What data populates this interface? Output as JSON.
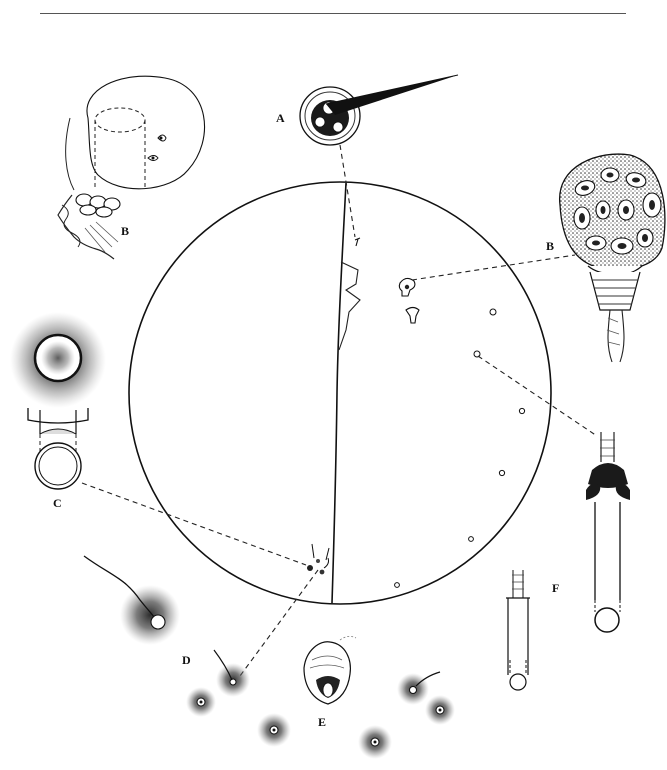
{
  "labels": {
    "a": "A",
    "b_left": "B",
    "b_right": "B",
    "c": "C",
    "d": "D",
    "e": "E",
    "f": "F"
  }
}
